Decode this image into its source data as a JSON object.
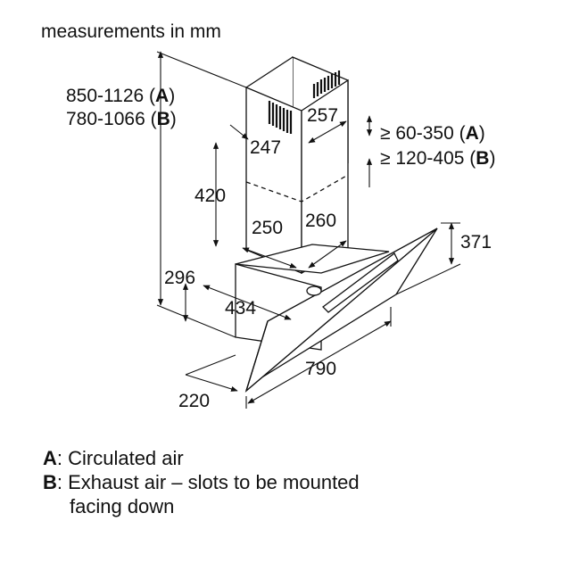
{
  "title": "measurements in mm",
  "dimensions": {
    "height_a": "850-1126",
    "height_a_key": "A",
    "height_b": "780-1066",
    "height_b_key": "B",
    "gap_a": "≥ 60-350",
    "gap_a_key": "A",
    "gap_b": "≥ 120-405",
    "gap_b_key": "B",
    "chimney_upper_depth": "247",
    "chimney_upper_width": "257",
    "chimney_height": "420",
    "chimney_lower_depth": "250",
    "chimney_lower_width": "260",
    "hood_glass_height": "371",
    "hood_body_height": "296",
    "hood_depth": "434",
    "hood_width": "790",
    "hood_bottom_depth": "220"
  },
  "legend": [
    {
      "key": "A",
      "separator": ":",
      "text": " Circulated air"
    },
    {
      "key": "B",
      "separator": ":",
      "text": " Exhaust air – slots to be mounted",
      "continuation": "facing down"
    }
  ]
}
